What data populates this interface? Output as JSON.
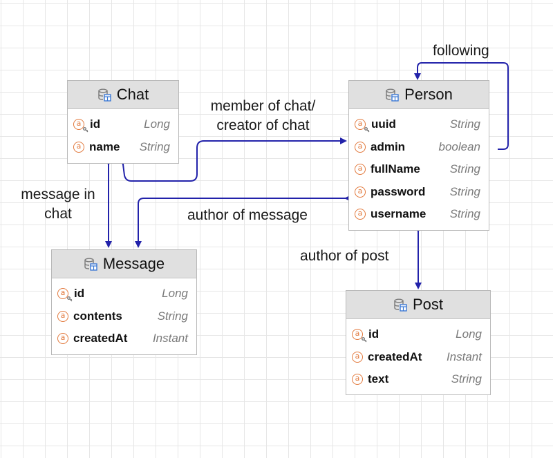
{
  "entities": {
    "chat": {
      "title": "Chat",
      "fields": [
        {
          "name": "id",
          "type": "Long",
          "key": true
        },
        {
          "name": "name",
          "type": "String",
          "key": false
        }
      ]
    },
    "person": {
      "title": "Person",
      "fields": [
        {
          "name": "uuid",
          "type": "String",
          "key": true
        },
        {
          "name": "admin",
          "type": "boolean",
          "key": false
        },
        {
          "name": "fullName",
          "type": "String",
          "key": false
        },
        {
          "name": "password",
          "type": "String",
          "key": false
        },
        {
          "name": "username",
          "type": "String",
          "key": false
        }
      ]
    },
    "message": {
      "title": "Message",
      "fields": [
        {
          "name": "id",
          "type": "Long",
          "key": true
        },
        {
          "name": "contents",
          "type": "String",
          "key": false
        },
        {
          "name": "createdAt",
          "type": "Instant",
          "key": false
        }
      ]
    },
    "post": {
      "title": "Post",
      "fields": [
        {
          "name": "id",
          "type": "Long",
          "key": true
        },
        {
          "name": "createdAt",
          "type": "Instant",
          "key": false
        },
        {
          "name": "text",
          "type": "String",
          "key": false
        }
      ]
    }
  },
  "relations": {
    "following": "following",
    "member_line1": "member of chat/",
    "member_line2": "creator of chat",
    "message_in_line1": "message in",
    "message_in_line2": "chat",
    "author_of_message": "author of message",
    "author_of_post": "author of post"
  },
  "colors": {
    "connector": "#2222aa",
    "attribute_badge": "#e2783b",
    "table_icon": "#3a78d4"
  },
  "icons": {
    "table": "database-table-icon",
    "attribute": "attribute-icon",
    "key": "key-icon"
  }
}
